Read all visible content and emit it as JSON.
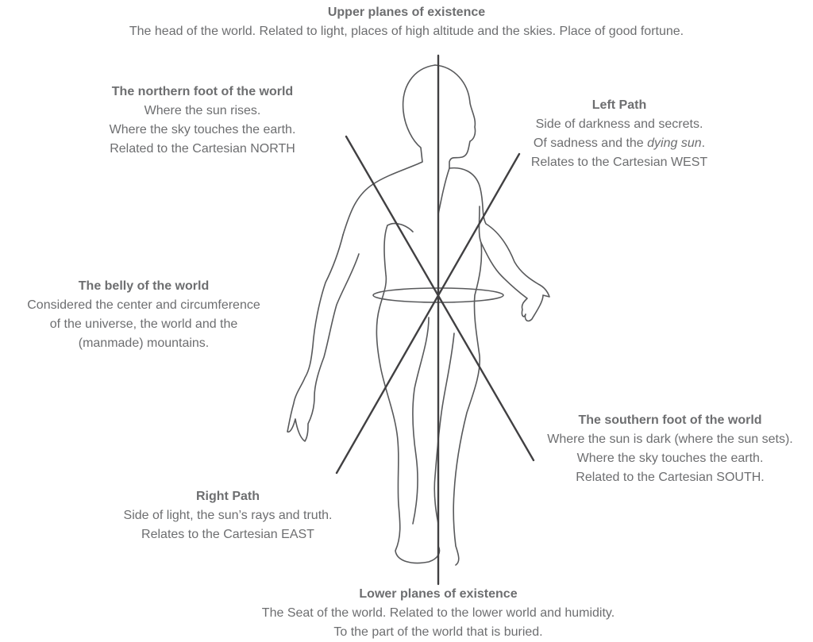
{
  "labels": {
    "upper": {
      "title": "Upper planes of existence",
      "lines": [
        "The head of the world. Related to light, places of high altitude and the skies. Place of good fortune."
      ]
    },
    "north": {
      "title": "The northern foot of the world",
      "lines": [
        "Where the sun rises.",
        "Where the sky touches the earth.",
        "Related to the Cartesian NORTH"
      ]
    },
    "left_path": {
      "title": "Left Path",
      "lines": [
        "Side of darkness and secrets.",
        "Of sadness and the ",
        "dying sun",
        ".",
        "Relates to the Cartesian WEST"
      ]
    },
    "belly": {
      "title": "The belly of the world",
      "lines": [
        "Considered the center and circumference",
        "of the universe, the world and the",
        "(manmade) mountains."
      ]
    },
    "south": {
      "title": "The southern foot of the world",
      "lines": [
        "Where the sun is dark (where the sun sets).",
        "Where the sky touches the earth.",
        "Related to the Cartesian SOUTH."
      ]
    },
    "right_path": {
      "title": "Right Path",
      "lines": [
        "Side of light, the sun’s rays and truth.",
        "Relates to the Cartesian EAST"
      ]
    },
    "lower": {
      "title": "Lower planes of existence",
      "lines": [
        "The Seat of the world. Related to the lower world and humidity.",
        "To the part of the world that is buried."
      ]
    }
  },
  "colors": {
    "text": "#6d6e70",
    "outline": "#58595b",
    "axes": "#414042"
  }
}
